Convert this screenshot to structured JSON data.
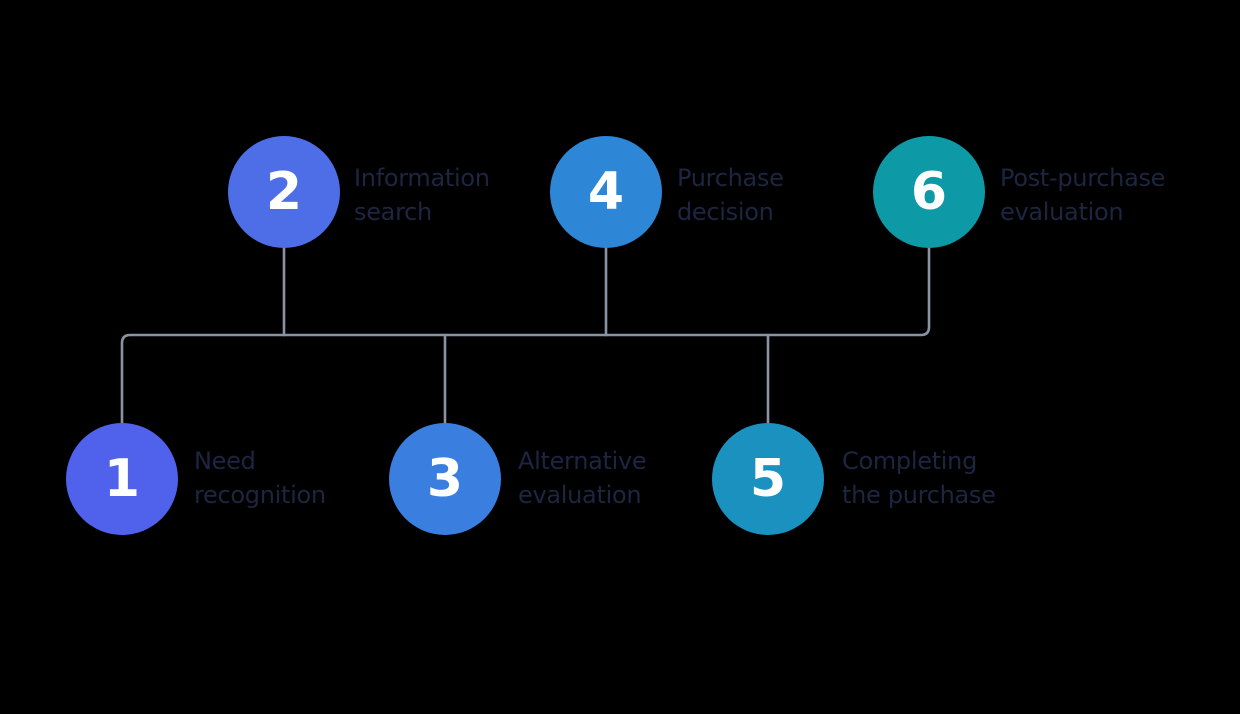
{
  "steps": [
    {
      "number": "1",
      "line1": "Need",
      "line2": "recognition",
      "color": "#5062ec"
    },
    {
      "number": "2",
      "line1": "Information",
      "line2": "search",
      "color": "#4e6ee8"
    },
    {
      "number": "3",
      "line1": "Alternative",
      "line2": "evaluation",
      "color": "#3a7fdf"
    },
    {
      "number": "4",
      "line1": "Purchase",
      "line2": "decision",
      "color": "#2d86d6"
    },
    {
      "number": "5",
      "line1": "Completing",
      "line2": "the purchase",
      "color": "#1b91c0"
    },
    {
      "number": "6",
      "line1": "Post-purchase",
      "line2": "evaluation",
      "color": "#0d9aa6"
    }
  ],
  "colors": {
    "background": "#000000",
    "connector": "#8a93a3",
    "label_text": "#1d2540"
  }
}
